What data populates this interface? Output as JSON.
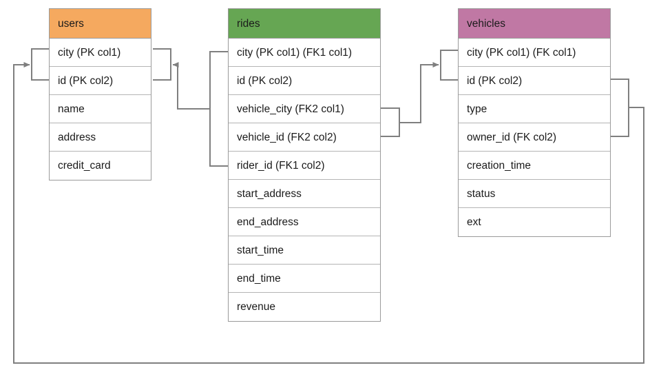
{
  "diagram": {
    "title": "ride-sharing schema er-diagram",
    "type": "entity-relationship-diagram",
    "background_color": "#ffffff",
    "connector_color": "#7f7f7f",
    "border_color": "#9a9a9a"
  },
  "tables": [
    {
      "name": "users",
      "header_color": "#f5a95f",
      "columns": [
        "city (PK col1)",
        "id (PK col2)",
        "name",
        "address",
        "credit_card"
      ]
    },
    {
      "name": "rides",
      "header_color": "#66a653",
      "columns": [
        "city (PK col1) (FK1 col1)",
        "id (PK col2)",
        "vehicle_city (FK2 col1)",
        "vehicle_id (FK2 col2)",
        "rider_id (FK1 col2)",
        "start_address",
        "end_address",
        "start_time",
        "end_time",
        "revenue"
      ]
    },
    {
      "name": "vehicles",
      "header_color": "#c078a4",
      "columns": [
        "city (PK col1) (FK col1)",
        "id (PK col2)",
        "type",
        "owner_id (FK col2)",
        "creation_time",
        "status",
        "ext"
      ]
    }
  ],
  "relationships": [
    {
      "name": "rides-fk1-to-users",
      "from_table": "rides",
      "from_columns": [
        "city (PK col1) (FK1 col1)",
        "rider_id (FK1 col2)"
      ],
      "to_table": "users",
      "to_columns": [
        "city (PK col1)",
        "id (PK col2)"
      ]
    },
    {
      "name": "rides-fk2-to-vehicles",
      "from_table": "rides",
      "from_columns": [
        "vehicle_city (FK2 col1)",
        "vehicle_id (FK2 col2)"
      ],
      "to_table": "vehicles",
      "to_columns": [
        "city (PK col1) (FK col1)",
        "id (PK col2)"
      ]
    },
    {
      "name": "vehicles-fk-to-users",
      "from_table": "vehicles",
      "from_columns": [
        "id (PK col2)",
        "owner_id (FK col2)"
      ],
      "to_table": "users",
      "to_columns": [
        "city (PK col1)",
        "id (PK col2)"
      ]
    }
  ]
}
